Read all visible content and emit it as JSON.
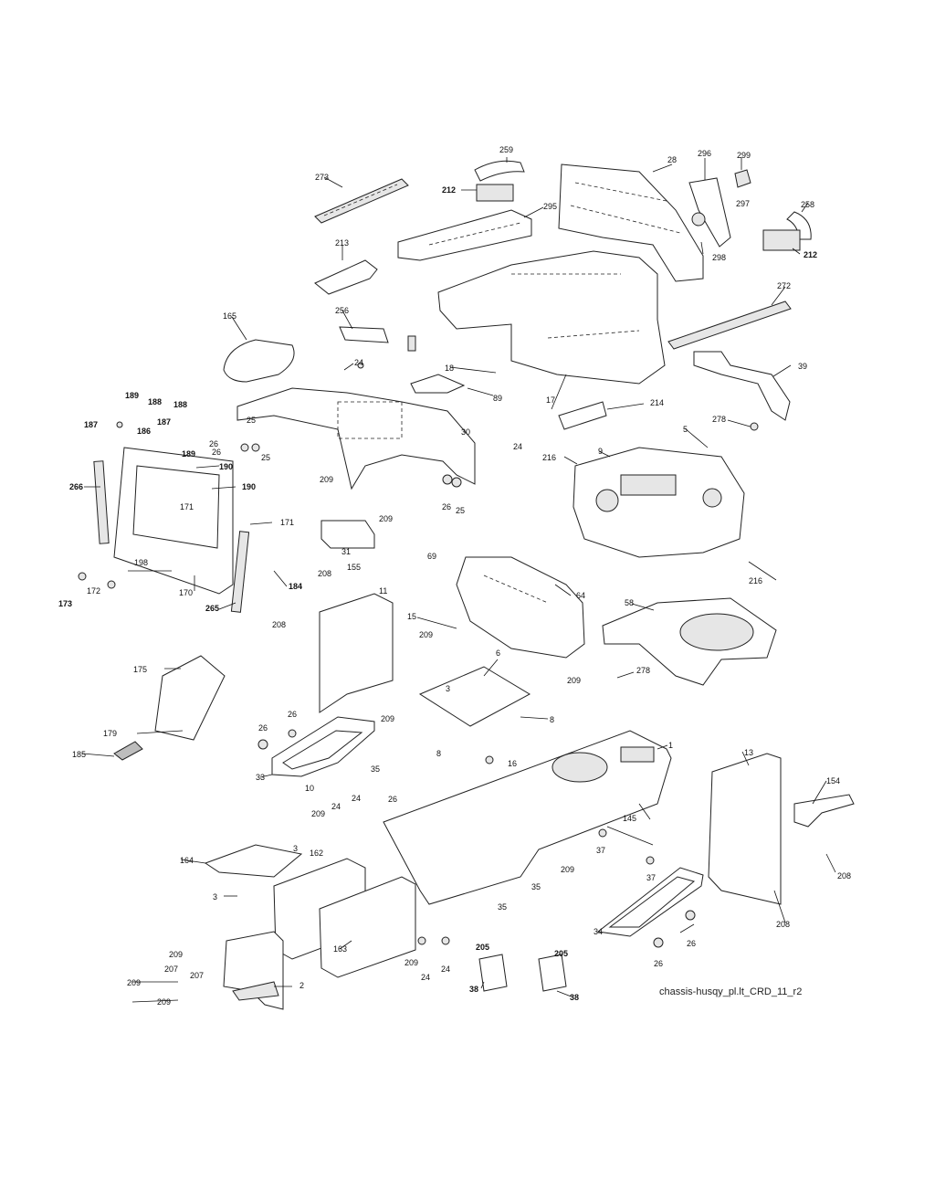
{
  "caption": "chassis-husqy_pl.lt_CRD_11_r2",
  "callouts": [
    "273",
    "259",
    "212",
    "28",
    "296",
    "299",
    "297",
    "258",
    "212",
    "295",
    "298",
    "213",
    "272",
    "165",
    "256",
    "24",
    "18",
    "89",
    "17",
    "39",
    "214",
    "278",
    "5",
    "189",
    "188",
    "188",
    "187",
    "186",
    "187",
    "189",
    "25",
    "26",
    "26",
    "25",
    "30",
    "24",
    "216",
    "9",
    "190",
    "190",
    "266",
    "171",
    "209",
    "26",
    "25",
    "171",
    "209",
    "69",
    "31",
    "155",
    "11",
    "208",
    "208",
    "198",
    "172",
    "173",
    "170",
    "265",
    "184",
    "64",
    "58",
    "15",
    "209",
    "6",
    "3",
    "209",
    "278",
    "216",
    "8",
    "8",
    "175",
    "26",
    "209",
    "26",
    "35",
    "33",
    "10",
    "179",
    "185",
    "16",
    "1",
    "13",
    "154",
    "26",
    "24",
    "209",
    "24",
    "3",
    "162",
    "164",
    "3",
    "145",
    "37",
    "37",
    "209",
    "35",
    "35",
    "208",
    "208",
    "34",
    "26",
    "26",
    "209",
    "207",
    "207",
    "209",
    "209",
    "2",
    "163",
    "209",
    "24",
    "24",
    "205",
    "205",
    "38",
    "38"
  ]
}
